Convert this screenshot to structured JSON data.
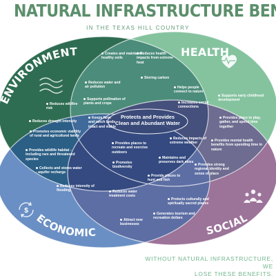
{
  "title": "NATURAL INFRASTRUCTURE BENEFITS",
  "subtitle": "IN THE TEXAS HILL COUNTRY",
  "center": "Protects and Provides Clean and Abundant Water",
  "circles": {
    "environment": "ENVIRONMENT",
    "health": "HEALTH",
    "economic": "ECONOMIC",
    "social": "SOCIAL"
  },
  "icons": {
    "environment": "wind-icon",
    "health": "heart-pulse-icon",
    "economic": "dollar-cycle-icon",
    "social": "people-group-icon"
  },
  "colors": {
    "environment": "#2f6d52",
    "health": "#85c39f",
    "economic": "#6a8fc4",
    "social": "#9c7399",
    "overlap": "#2b4f77",
    "title": "#5c8f6c"
  },
  "benefits": {
    "env_health": [
      "Creates and maintains healthy soils",
      "Reduces health impacts from extreme heat",
      "Storing carbon"
    ],
    "environment": [
      "Reduces wildfire risk",
      "Reduces drought intensity",
      "Promotes economic viability of rural and agricultural lands",
      "Provides wildlife habitat -including rare and threatened species",
      "Collects and stores water - aquifer recharge",
      "Reduces intensity of flooding"
    ],
    "env_health_econ": [
      "Reduces water and air pollution",
      "Supports pollination of plants and crops",
      "Keeps farm and ranch lands intact and viable"
    ],
    "health_social": [
      "Helps people connect to nature",
      "Increases social connections"
    ],
    "health": [
      "Supports early childhood development",
      "Provides place to play, gather, and spend time together",
      "Provides mental health benefits from spending time in nature"
    ],
    "all_four": [
      "Provides places to recreate and exercise outdoors",
      "Reduces impacts of extreme weather",
      "Promotes biodiversity",
      "Maintains and preserves dark skies",
      "Provide places to hunt and fish"
    ],
    "health_social_econ": [
      "Provides strong regional identity and sense of place"
    ],
    "econ_env": [
      "Reduces water treatment costs"
    ],
    "econ_social": [
      "Protects culturally and spiritually sacred places",
      "Generates tourism and recreation dollars",
      "Attract new businesses"
    ]
  },
  "footer": [
    "WITHOUT NATURAL INFRASTRUCTURE, WE",
    "LOSE THESE BENEFITS."
  ]
}
